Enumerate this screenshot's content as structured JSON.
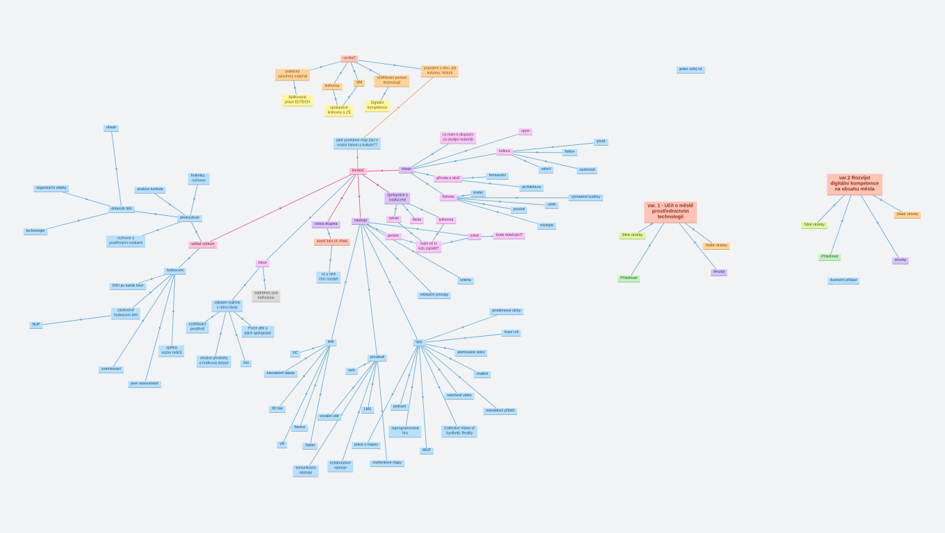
{
  "colors": {
    "blue": "#b6e0fc",
    "pink": "#fbc2d9",
    "violet": "#d9c2f5",
    "magenta": "#f5c9f4",
    "orange": "#ffd49b",
    "yellow": "#fff59d",
    "salmon": "#ffc4b5",
    "lime": "#e1f6a0",
    "green": "#c3f0c3",
    "gray": "#dcdcdc",
    "edge": "#6aaed6",
    "edge_pink": "#e0609a",
    "edge_orange": "#f0a860",
    "edge_green": "#7ccf3a"
  },
  "nodes": [
    {
      "id": "cosdeti",
      "label": "co dra?",
      "color": "salmon"
    },
    {
      "id": "prakticky",
      "label": "praktický\nvytvořený materiál",
      "color": "orange"
    },
    {
      "id": "aplikovana",
      "label": "Aplikovaná\npráce EDTECH",
      "color": "yellow"
    },
    {
      "id": "knihovna_top",
      "label": "knihovna",
      "color": "orange"
    },
    {
      "id": "spoluprace_knih",
      "label": "spolupráce\nknihovny a ZŠ",
      "color": "yellow"
    },
    {
      "id": "deti",
      "label": "děti",
      "color": "orange"
    },
    {
      "id": "vzdelavani",
      "label": "vzdělávání pomocí\ntechnologií",
      "color": "orange"
    },
    {
      "id": "digitalni",
      "label": "Digitální\nkompetence",
      "color": "yellow"
    },
    {
      "id": "propojeni",
      "label": "propojení s obcí, její\nkulturou, historií",
      "color": "orange"
    },
    {
      "id": "jake",
      "label": "jaké povědomí mají žáci o\nmístní historii a kultuře??",
      "color": "blue"
    },
    {
      "id": "kontext",
      "label": "kontext",
      "color": "pink"
    },
    {
      "id": "obsah",
      "label": "obsah",
      "color": "violet"
    },
    {
      "id": "comam",
      "label": "co mám k dispozici\nza studijní materiál",
      "color": "magenta"
    },
    {
      "id": "sport",
      "label": "sport",
      "color": "magenta"
    },
    {
      "id": "kultura",
      "label": "kultura",
      "color": "magenta"
    },
    {
      "id": "pisne",
      "label": "písně",
      "color": "blue"
    },
    {
      "id": "folklor",
      "label": "folklor",
      "color": "blue"
    },
    {
      "id": "nareci",
      "label": "nářečí",
      "color": "blue"
    },
    {
      "id": "osobnosti",
      "label": "osobnosti",
      "color": "blue"
    },
    {
      "id": "priroda",
      "label": "příroda a okolí",
      "color": "magenta"
    },
    {
      "id": "formanstvi",
      "label": "formanství",
      "color": "blue"
    },
    {
      "id": "architektura",
      "label": "architektura",
      "color": "blue"
    },
    {
      "id": "historie",
      "label": "historie",
      "color": "magenta"
    },
    {
      "id": "kostel",
      "label": "kostel",
      "color": "blue"
    },
    {
      "id": "vyznamne",
      "label": "významné budovy",
      "color": "blue"
    },
    {
      "id": "vznik",
      "label": "vznik",
      "color": "blue"
    },
    {
      "id": "povesti",
      "label": "pověsti",
      "color": "blue"
    },
    {
      "id": "mistopis",
      "label": "místopis",
      "color": "blue"
    },
    {
      "id": "spoluprace_inst",
      "label": "spolupráce s\ninstitucemi",
      "color": "violet"
    },
    {
      "id": "mesto",
      "label": "město",
      "color": "magenta"
    },
    {
      "id": "skola",
      "label": "škola",
      "color": "magenta"
    },
    {
      "id": "knihovna2",
      "label": "knihovna",
      "color": "magenta"
    },
    {
      "id": "penize",
      "label": "peníze",
      "color": "magenta"
    },
    {
      "id": "mamliho",
      "label": "mám mi to\nkdo zaplatit?",
      "color": "magenta"
    },
    {
      "id": "volne",
      "label": "volné",
      "color": "magenta"
    },
    {
      "id": "bude",
      "label": "bude dotačující?",
      "color": "magenta"
    },
    {
      "id": "cilova",
      "label": "cílová skupina",
      "color": "violet"
    },
    {
      "id": "starsi",
      "label": "starší žáci (4. třída)",
      "color": "salmon"
    },
    {
      "id": "cosuni",
      "label": "co u nich\nchci rozvíjet",
      "color": "blue"
    },
    {
      "id": "nastroje",
      "label": "nástroje",
      "color": "violet"
    },
    {
      "id": "kriteria",
      "label": "kritéria",
      "color": "blue"
    },
    {
      "id": "edukacni",
      "label": "edukační principy",
      "color": "blue"
    },
    {
      "id": "udelat",
      "label": "udělat výzkum",
      "color": "pink"
    },
    {
      "id": "predvyzkum",
      "label": "předvýzkum",
      "color": "blue"
    },
    {
      "id": "reditelka",
      "label": "ředitelka -\nrozhovor",
      "color": "blue"
    },
    {
      "id": "analyza",
      "label": "analýza kurikula",
      "color": "blue"
    },
    {
      "id": "dotaznik",
      "label": "dotazník dětí",
      "color": "blue"
    },
    {
      "id": "obsah2",
      "label": "obsah",
      "color": "blue"
    },
    {
      "id": "organizacni",
      "label": "organizační otázky",
      "color": "blue"
    },
    {
      "id": "technologie",
      "label": "technologie",
      "color": "blue"
    },
    {
      "id": "rozhovor",
      "label": "rozhovor s\npověřenými osobami",
      "color": "blue"
    },
    {
      "id": "hodnoceni",
      "label": "hodnocení",
      "color": "blue"
    },
    {
      "id": "dilci",
      "label": "Dílčí po každé lekci",
      "color": "blue"
    },
    {
      "id": "zaverecne",
      "label": "závěrečné\nhodnocení dětí",
      "color": "blue"
    },
    {
      "id": "nup",
      "label": "NUP",
      "color": "blue"
    },
    {
      "id": "zpetna",
      "label": "zpětná\nvazba rodičů",
      "color": "blue"
    },
    {
      "id": "znamkovani",
      "label": "známkování",
      "color": "blue"
    },
    {
      "id": "peer",
      "label": "peer assessment",
      "color": "blue"
    },
    {
      "id": "lekce",
      "label": "lekce",
      "color": "magenta"
    },
    {
      "id": "nadramec",
      "label": "nadrámec pod\nknihovnou",
      "color": "gray"
    },
    {
      "id": "zakladni",
      "label": "základní balíček\nv rámci školy",
      "color": "blue"
    },
    {
      "id": "vzdelavaci",
      "label": "vzdělávací\nprostředí",
      "color": "blue"
    },
    {
      "id": "pocet",
      "label": "Počet dětí a\njejich spolupráce",
      "color": "blue"
    },
    {
      "id": "vhodne",
      "label": "vhodné předměty\na hodinová dotace",
      "color": "blue"
    },
    {
      "id": "cas",
      "label": "čas",
      "color": "blue"
    },
    {
      "id": "hw",
      "label": "HW",
      "color": "blue"
    },
    {
      "id": "pc",
      "label": "PC",
      "color": "blue"
    },
    {
      "id": "interaktivni",
      "label": "interaktivní tabule",
      "color": "blue"
    },
    {
      "id": "tisk3d",
      "label": "3D tisk",
      "color": "blue"
    },
    {
      "id": "telefon",
      "label": "Telefon",
      "color": "blue"
    },
    {
      "id": "vr",
      "label": "VR",
      "color": "blue"
    },
    {
      "id": "tablet",
      "label": "Tablet",
      "color": "blue"
    },
    {
      "id": "prostredi",
      "label": "prostředí",
      "color": "blue"
    },
    {
      "id": "web",
      "label": "web",
      "color": "blue"
    },
    {
      "id": "socialni",
      "label": "sociální sítě",
      "color": "blue"
    },
    {
      "id": "lms",
      "label": "LMS",
      "color": "blue"
    },
    {
      "id": "komunikacni",
      "label": "komunikační\nnástroje",
      "color": "blue"
    },
    {
      "id": "kolaborativni",
      "label": "kolaborativní\nnástroje",
      "color": "blue"
    },
    {
      "id": "myslenkove",
      "label": "myšlenkové mapy",
      "color": "blue"
    },
    {
      "id": "typy",
      "label": "typy",
      "color": "blue"
    },
    {
      "id": "problemove",
      "label": "problémové úlohy",
      "color": "blue"
    },
    {
      "id": "hrani",
      "label": "hraní rolí",
      "color": "blue"
    },
    {
      "id": "animovane",
      "label": "animované video",
      "color": "blue"
    },
    {
      "id": "chatbot",
      "label": "chatbot",
      "color": "blue"
    },
    {
      "id": "natocene",
      "label": "natočené video",
      "color": "blue"
    },
    {
      "id": "interaktivni_pribeh",
      "label": "interaktivní příběh",
      "color": "blue"
    },
    {
      "id": "podcast",
      "label": "podcast",
      "color": "blue"
    },
    {
      "id": "naprogramovana",
      "label": "naprogramovaná\nhra",
      "color": "blue"
    },
    {
      "id": "collective",
      "label": "Collective Vision of\nSynthetic Reality",
      "color": "blue"
    },
    {
      "id": "mgp",
      "label": "MGP",
      "color": "blue"
    },
    {
      "id": "prace_mapou",
      "label": "práce s mapou",
      "color": "blue"
    },
    {
      "id": "jeden",
      "label": "jeden velký cíl",
      "color": "blue"
    },
    {
      "id": "var1",
      "label": "var. 1 - Učit o městě\nprostřednictvím\ntechnologií",
      "color": "salmon",
      "big": true
    },
    {
      "id": "silne1",
      "label": "Silné stránky",
      "color": "lime"
    },
    {
      "id": "slabe1",
      "label": "Slabé stránky",
      "color": "orange"
    },
    {
      "id": "hrozby1",
      "label": "Hrozby",
      "color": "violet"
    },
    {
      "id": "prilezitosti1",
      "label": "Příležitosti",
      "color": "green"
    },
    {
      "id": "var2",
      "label": "var.2 Rozvíjet\ndigitální kompetence\nna obsahu města",
      "color": "salmon",
      "big": true
    },
    {
      "id": "silne2",
      "label": "Silné stránky",
      "color": "lime"
    },
    {
      "id": "slabe2",
      "label": "Slabé stránky",
      "color": "orange"
    },
    {
      "id": "prilezitosti2",
      "label": "Příležitosti",
      "color": "green"
    },
    {
      "id": "hrozby2",
      "label": "Hrozby",
      "color": "violet"
    },
    {
      "id": "ilustracni",
      "label": "ilustrační příklad",
      "color": "blue"
    }
  ],
  "edges": [
    [
      "cosdeti",
      "prakticky"
    ],
    [
      "cosdeti",
      "knihovna_top"
    ],
    [
      "cosdeti",
      "deti"
    ],
    [
      "cosdeti",
      "vzdelavani"
    ],
    [
      "cosdeti",
      "propojeni"
    ],
    [
      "prakticky",
      "aplikovana"
    ],
    [
      "knihovna_top",
      "spoluprace_knih"
    ],
    [
      "deti",
      "spoluprace_knih"
    ],
    [
      "vzdelavani",
      "digitalni"
    ],
    [
      "propojeni",
      "jake",
      "orange"
    ],
    [
      "jake",
      "kontext",
      "green"
    ],
    [
      "kontext",
      "obsah",
      "pink"
    ],
    [
      "kontext",
      "spoluprace_inst",
      "pink"
    ],
    [
      "kontext",
      "cilova",
      "pink"
    ],
    [
      "kontext",
      "nastroje",
      "pink"
    ],
    [
      "kontext",
      "udelat",
      "pink"
    ],
    [
      "kontext",
      "lekce"
    ],
    [
      "obsah",
      "comam"
    ],
    [
      "obsah",
      "sport"
    ],
    [
      "obsah",
      "kultura"
    ],
    [
      "obsah",
      "priroda"
    ],
    [
      "obsah",
      "historie"
    ],
    [
      "kultura",
      "pisne"
    ],
    [
      "kultura",
      "folklor"
    ],
    [
      "kultura",
      "nareci"
    ],
    [
      "kultura",
      "osobnosti"
    ],
    [
      "priroda",
      "formanstvi"
    ],
    [
      "priroda",
      "architektura"
    ],
    [
      "historie",
      "kostel"
    ],
    [
      "historie",
      "vyznamne"
    ],
    [
      "historie",
      "vznik"
    ],
    [
      "historie",
      "povesti"
    ],
    [
      "historie",
      "mistopis"
    ],
    [
      "spoluprace_inst",
      "mesto"
    ],
    [
      "spoluprace_inst",
      "skola"
    ],
    [
      "spoluprace_inst",
      "knihovna2"
    ],
    [
      "penize",
      "mamliho"
    ],
    [
      "mamliho",
      "volne"
    ],
    [
      "volne",
      "bude"
    ],
    [
      "mesto",
      "mamliho"
    ],
    [
      "knihovna2",
      "mamliho"
    ],
    [
      "cilova",
      "starsi"
    ],
    [
      "starsi",
      "cosuni"
    ],
    [
      "nastroje",
      "kriteria"
    ],
    [
      "nastroje",
      "edukacni"
    ],
    [
      "nastroje",
      "hw"
    ],
    [
      "nastroje",
      "prostredi"
    ],
    [
      "nastroje",
      "typy"
    ],
    [
      "nastroje",
      "volne"
    ],
    [
      "nastroje",
      "penize"
    ],
    [
      "udelat",
      "predvyzkum"
    ],
    [
      "udelat",
      "hodnoceni"
    ],
    [
      "predvyzkum",
      "reditelka"
    ],
    [
      "predvyzkum",
      "analyza"
    ],
    [
      "predvyzkum",
      "dotaznik"
    ],
    [
      "predvyzkum",
      "rozhovor"
    ],
    [
      "dotaznik",
      "obsah2"
    ],
    [
      "dotaznik",
      "organizacni"
    ],
    [
      "dotaznik",
      "technologie"
    ],
    [
      "hodnoceni",
      "dilci"
    ],
    [
      "hodnoceni",
      "zaverecne"
    ],
    [
      "hodnoceni",
      "zpetna"
    ],
    [
      "hodnoceni",
      "znamkovani"
    ],
    [
      "hodnoceni",
      "peer"
    ],
    [
      "zaverecne",
      "nup"
    ],
    [
      "lekce",
      "nadramec"
    ],
    [
      "lekce",
      "zakladni"
    ],
    [
      "zakladni",
      "vzdelavaci"
    ],
    [
      "zakladni",
      "pocet"
    ],
    [
      "zakladni",
      "vhodne"
    ],
    [
      "zakladni",
      "cas"
    ],
    [
      "hw",
      "pc"
    ],
    [
      "hw",
      "interaktivni"
    ],
    [
      "hw",
      "tisk3d"
    ],
    [
      "hw",
      "telefon"
    ],
    [
      "hw",
      "vr"
    ],
    [
      "hw",
      "tablet"
    ],
    [
      "prostredi",
      "web"
    ],
    [
      "prostredi",
      "socialni"
    ],
    [
      "prostredi",
      "lms"
    ],
    [
      "prostredi",
      "komunikacni"
    ],
    [
      "prostredi",
      "kolaborativni"
    ],
    [
      "prostredi",
      "myslenkove"
    ],
    [
      "typy",
      "problemove"
    ],
    [
      "typy",
      "hrani"
    ],
    [
      "typy",
      "animovane"
    ],
    [
      "typy",
      "chatbot"
    ],
    [
      "typy",
      "natocene"
    ],
    [
      "typy",
      "interaktivni_pribeh"
    ],
    [
      "typy",
      "podcast"
    ],
    [
      "typy",
      "naprogramovana"
    ],
    [
      "typy",
      "collective"
    ],
    [
      "typy",
      "mgp"
    ],
    [
      "typy",
      "prace_mapou"
    ],
    [
      "var1",
      "silne1"
    ],
    [
      "var1",
      "slabe1"
    ],
    [
      "var1",
      "hrozby1"
    ],
    [
      "var1",
      "prilezitosti1"
    ],
    [
      "var2",
      "silne2"
    ],
    [
      "var2",
      "slabe2"
    ],
    [
      "var2",
      "prilezitosti2"
    ],
    [
      "var2",
      "hrozby2"
    ]
  ]
}
